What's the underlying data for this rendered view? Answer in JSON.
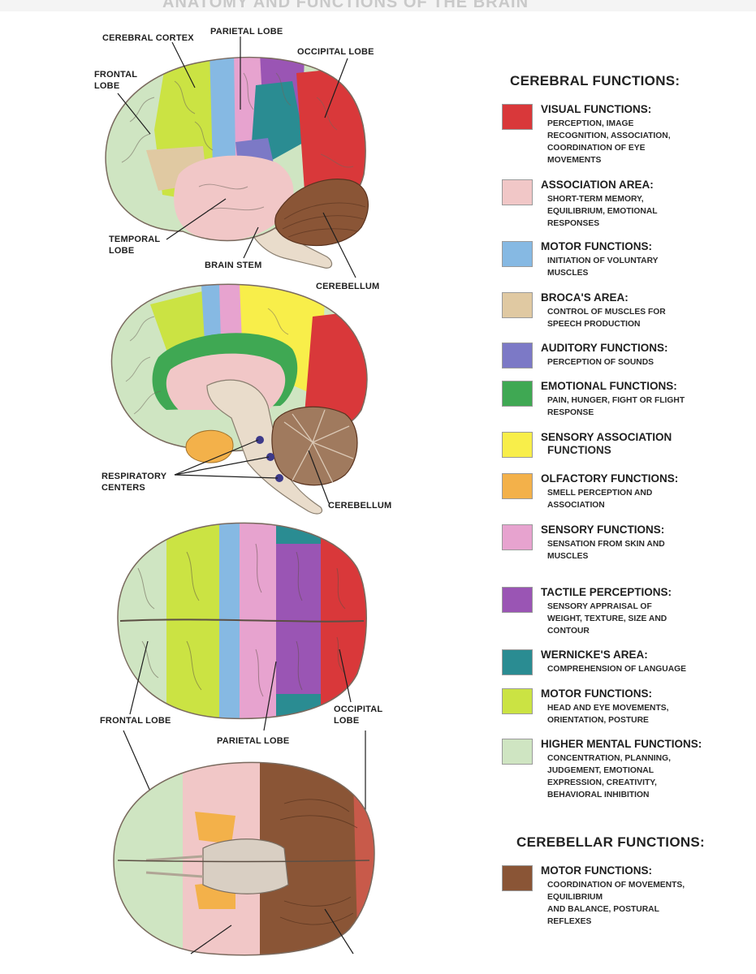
{
  "header": {
    "cut_title": "ANATOMY AND FUNCTIONS OF THE BRAIN",
    "cerebral_functions": "CEREBRAL FUNCTIONS:",
    "cerebellar_functions": "CEREBELLAR FUNCTIONS:"
  },
  "labels": {
    "cerebral_cortex": "CEREBRAL CORTEX",
    "parietal_lobe_top": "PARIETAL LOBE",
    "occipital_lobe_top": "OCCIPITAL LOBE",
    "frontal_lobe_top": "FRONTAL\nLOBE",
    "temporal_lobe": "TEMPORAL\nLOBE",
    "brain_stem": "BRAIN STEM",
    "cerebellum_1": "CEREBELLUM",
    "respiratory_centers": "RESPIRATORY\nCENTERS",
    "cerebellum_2": "CEREBELLUM",
    "frontal_lobe_3": "FRONTAL LOBE",
    "parietal_lobe_3": "PARIETAL LOBE",
    "occipital_lobe_3": "OCCIPITAL\nLOBE"
  },
  "legend": [
    {
      "title": "VISUAL FUNCTIONS:",
      "desc": "PERCEPTION, IMAGE\nRECOGNITION, ASSOCIATION,\nCOORDINATION OF EYE\nMOVEMENTS",
      "color": "#d9383a"
    },
    {
      "title": "ASSOCIATION AREA:",
      "desc": "SHORT-TERM MEMORY,\nEQUILIBRIUM, EMOTIONAL\nRESPONSES",
      "color": "#f1c7c7"
    },
    {
      "title": "MOTOR FUNCTIONS:",
      "desc": "INITIATION OF VOLUNTARY\nMUSCLES",
      "color": "#86b9e3"
    },
    {
      "title": "BROCA'S AREA:",
      "desc": "CONTROL OF MUSCLES FOR\nSPEECH PRODUCTION",
      "color": "#e0c9a2"
    },
    {
      "title": "AUDITORY FUNCTIONS:",
      "desc": "PERCEPTION OF SOUNDS",
      "color": "#7c79c6"
    },
    {
      "title": "EMOTIONAL FUNCTIONS:",
      "desc": "PAIN, HUNGER, FIGHT OR FLIGHT\nRESPONSE",
      "color": "#3fa853"
    },
    {
      "title": "SENSORY ASSOCIATION",
      "desc": "FUNCTIONS",
      "color": "#f8ee4a"
    },
    {
      "title": "OLFACTORY FUNCTIONS:",
      "desc": "SMELL PERCEPTION AND\nASSOCIATION",
      "color": "#f3b14a"
    },
    {
      "title": "SENSORY FUNCTIONS:",
      "desc": "SENSATION FROM SKIN AND\nMUSCLES",
      "color": "#e7a3cf"
    },
    {
      "title": "TACTILE PERCEPTIONS:",
      "desc": "SENSORY APPRAISAL OF\nWEIGHT, TEXTURE, SIZE AND\nCONTOUR",
      "color": "#9a55b4"
    },
    {
      "title": "WERNICKE'S AREA:",
      "desc": "COMPREHENSION OF LANGUAGE",
      "color": "#2a8c92"
    },
    {
      "title": "MOTOR FUNCTIONS:",
      "desc": "HEAD AND EYE MOVEMENTS,\nORIENTATION, POSTURE",
      "color": "#cbe343"
    },
    {
      "title": "HIGHER MENTAL FUNCTIONS:",
      "desc": "CONCENTRATION, PLANNING,\nJUDGEMENT, EMOTIONAL\nEXPRESSION, CREATIVITY,\nBEHAVIORAL INHIBITION",
      "color": "#cfe5c2"
    }
  ],
  "cerebellar_legend": [
    {
      "title": "MOTOR FUNCTIONS:",
      "desc": "COORDINATION OF MOVEMENTS,\nEQUILIBRIUM\nAND BALANCE, POSTURAL\nREFLEXES",
      "color": "#8a5536"
    }
  ],
  "colors": {
    "visual": "#d9383a",
    "association": "#f1c7c7",
    "motor": "#86b9e3",
    "broca": "#e0c9a2",
    "auditory": "#7c79c6",
    "emotional": "#3fa853",
    "sensory_assoc": "#f8ee4a",
    "olfactory": "#f3b14a",
    "sensory": "#e7a3cf",
    "tactile": "#9a55b4",
    "wernicke": "#2a8c92",
    "motor_head": "#cbe343",
    "higher": "#cfe5c2",
    "cerebellum": "#8a5536",
    "stem": "#e9dccb"
  }
}
